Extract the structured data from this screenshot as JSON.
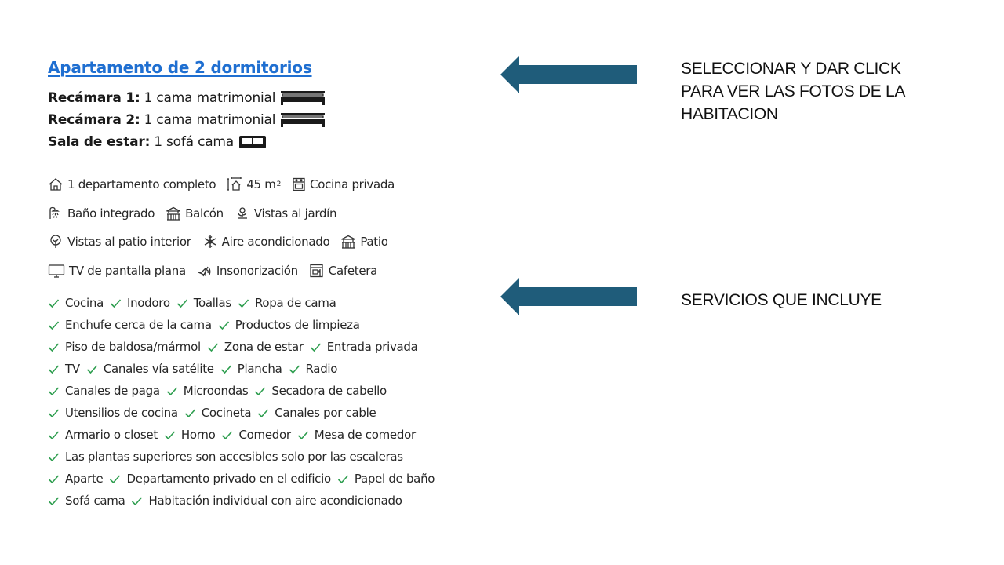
{
  "room": {
    "title": "Apartamento de 2 dormitorios",
    "beds": [
      {
        "label": "Recámara 1:",
        "value": "1 cama matrimonial",
        "icon": "double-bed-icon"
      },
      {
        "label": "Recámara 2:",
        "value": "1 cama matrimonial",
        "icon": "double-bed-icon"
      },
      {
        "label": "Sala de estar:",
        "value": "1 sofá cama",
        "icon": "sofa-bed-icon"
      }
    ]
  },
  "facilities": [
    [
      {
        "text": "1 departamento completo",
        "icon": "house-icon"
      },
      {
        "text": "45 m",
        "sup": "2",
        "icon": "room-size-icon"
      },
      {
        "text": "Cocina privada",
        "icon": "kitchen-icon"
      }
    ],
    [
      {
        "text": "Baño integrado",
        "icon": "shower-icon"
      },
      {
        "text": "Balcón",
        "icon": "balcony-icon"
      },
      {
        "text": "Vistas al jardín",
        "icon": "garden-view-icon"
      }
    ],
    [
      {
        "text": "Vistas al patio interior",
        "icon": "tree-icon"
      },
      {
        "text": "Aire acondicionado",
        "icon": "snowflake-icon"
      },
      {
        "text": "Patio",
        "icon": "patio-icon"
      }
    ],
    [
      {
        "text": "TV de pantalla plana",
        "icon": "tv-icon"
      },
      {
        "text": "Insonorización",
        "icon": "soundproof-icon"
      },
      {
        "text": "Cafetera",
        "icon": "coffee-machine-icon"
      }
    ]
  ],
  "amenities": [
    [
      "Cocina",
      "Inodoro",
      "Toallas",
      "Ropa de cama"
    ],
    [
      "Enchufe cerca de la cama",
      "Productos de limpieza"
    ],
    [
      "Piso de baldosa/mármol",
      "Zona de estar",
      "Entrada privada"
    ],
    [
      "TV",
      "Canales vía satélite",
      "Plancha",
      "Radio"
    ],
    [
      "Canales de paga",
      "Microondas",
      "Secadora de cabello"
    ],
    [
      "Utensilios de cocina",
      "Cocineta",
      "Canales por cable"
    ],
    [
      "Armario o closet",
      "Horno",
      "Comedor",
      "Mesa de comedor"
    ],
    [
      "Las plantas superiores son accesibles solo por las escaleras"
    ],
    [
      "Aparte",
      "Departamento privado en el edificio",
      "Papel de baño"
    ],
    [
      "Sofá cama",
      "Habitación individual con aire acondicionado"
    ]
  ],
  "annotations": {
    "note_1": [
      "SELECCIONAR Y DAR CLICK",
      "PARA VER LAS FOTOS DE LA",
      "HABITACION"
    ],
    "note_2": [
      "SERVICIOS QUE INCLUYE"
    ]
  },
  "colors": {
    "link": "#1f6fd1",
    "arrow": "#1f5c7a",
    "check": "#2e9e4f"
  }
}
